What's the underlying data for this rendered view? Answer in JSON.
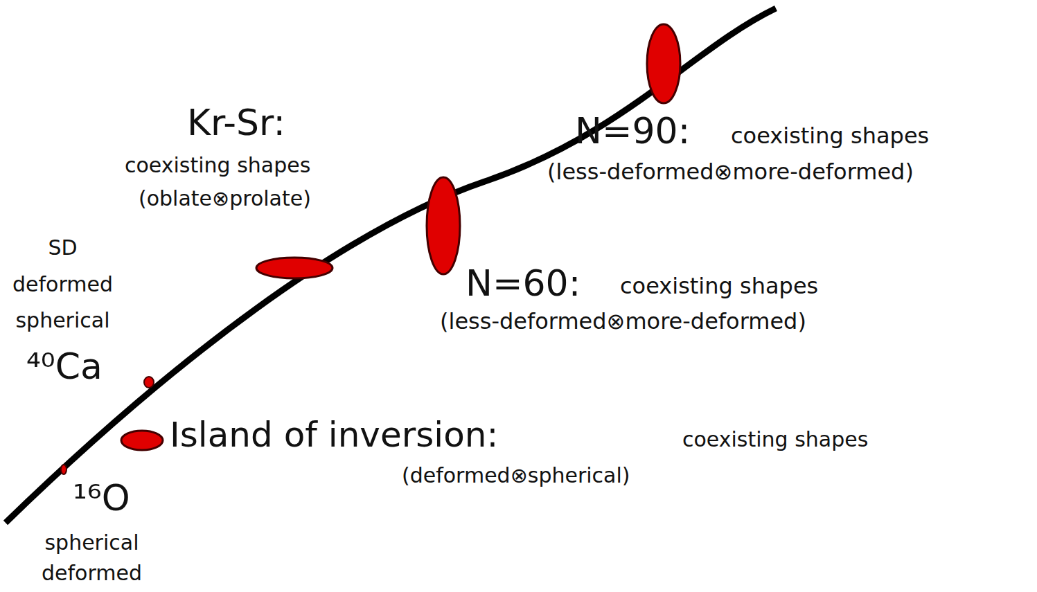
{
  "diagram": {
    "labels": [
      "Kr-Sr:",
      "coexisting shapes",
      "(oblate⊗prolate)",
      "SD deformed spherical",
      "⁴⁰Ca",
      "Island of inversion:",
      "coexisting shapes",
      "(deformed⊗spherical)",
      "¹⁶O",
      "spherical deformed",
      "N=60:",
      "coexisting shapes",
      "(less-deformed⊗more-deformed)",
      "N=90:",
      "coexisting shapes",
      "(less-deformed⊗more-deformed)"
    ]
  }
}
